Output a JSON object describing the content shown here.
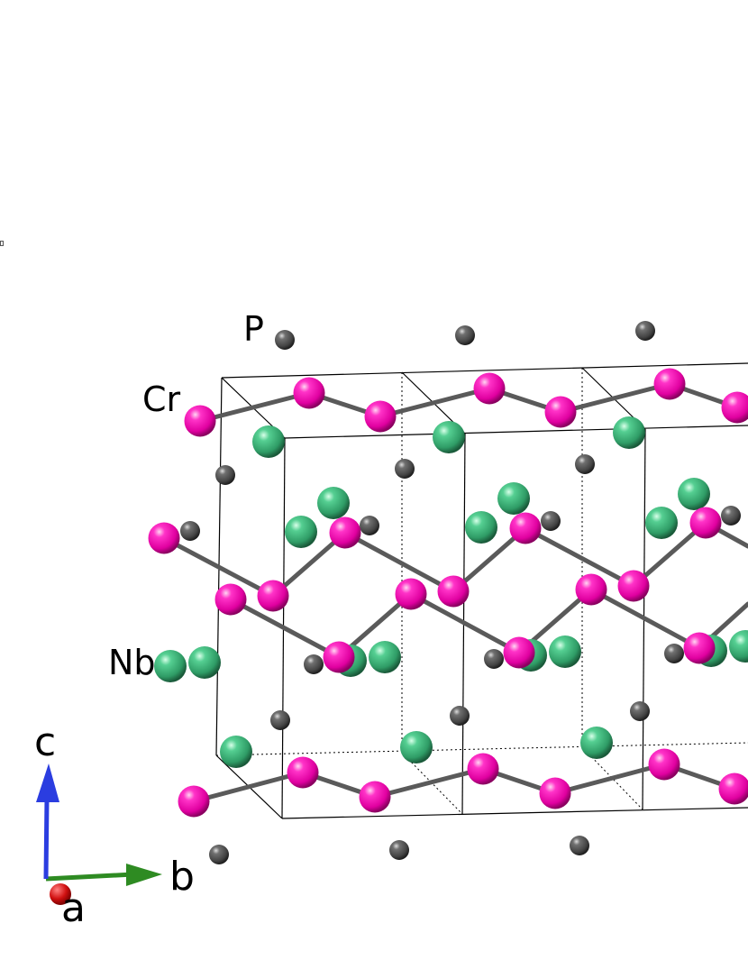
{
  "atom_labels": {
    "p": "P",
    "cr": "Cr",
    "nb": "Nb"
  },
  "axis_labels": {
    "a": "a",
    "b": "b",
    "c": "c"
  },
  "colors": {
    "cr": "#ff00b4",
    "nb": "#37b578",
    "p": "#555555",
    "bond_cr_cr": "#5a5a5a",
    "cell_edge": "#000000",
    "axis_a": "#e01010",
    "axis_b": "#2e8b22",
    "axis_c": "#2b3de0"
  }
}
